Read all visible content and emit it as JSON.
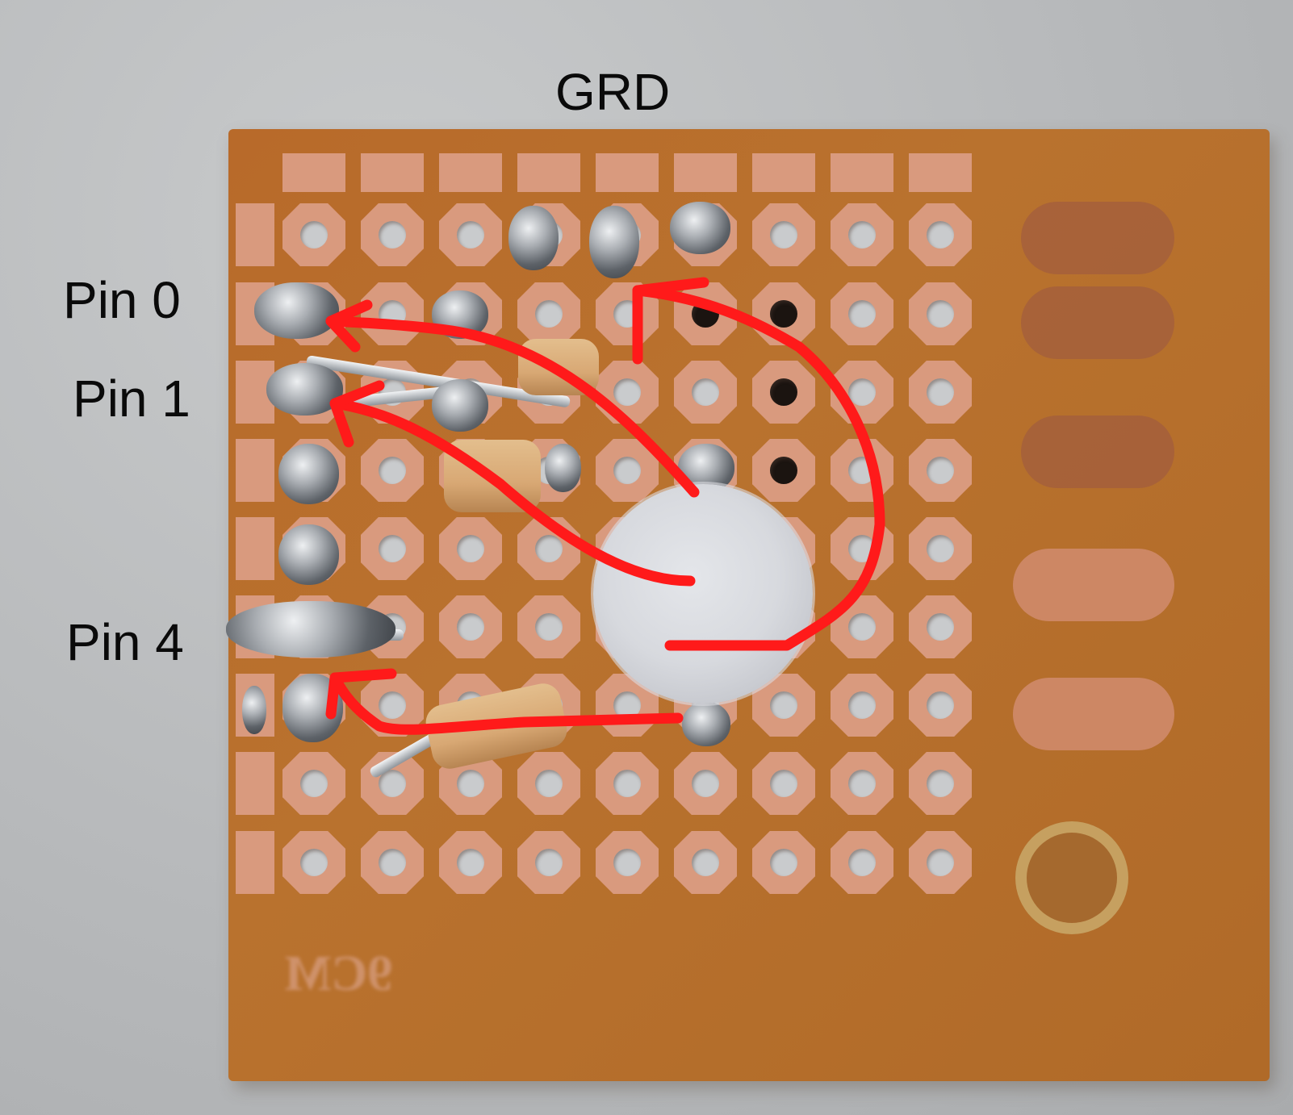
{
  "image": {
    "description": "Photo of a small copper perfboard with a diffused LED, resistors and solder joints; red hand-drawn arrows trace connections from LED leads to labeled pins",
    "labels": {
      "ground": "GRD",
      "pin0": "Pin 0",
      "pin1": "Pin 1",
      "pin4": "Pin 4"
    },
    "board_marking": "9CM",
    "colors": {
      "background": "#b9bbbd",
      "board": "#b86a2a",
      "copper_pad": "#d99a7e",
      "annotation": "#ff1a1a",
      "text": "#0a0a0a"
    }
  }
}
